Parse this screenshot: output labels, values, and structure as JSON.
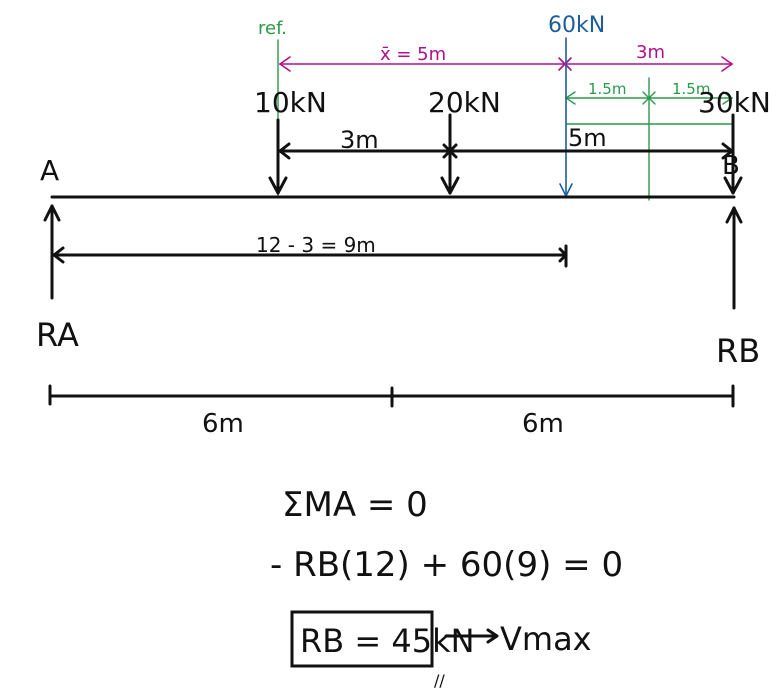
{
  "diagram": {
    "title": "Simply supported beam with point loads and resultant",
    "beam": {
      "support_left_label": "A",
      "support_right_label": "B",
      "reaction_left_label": "RA",
      "reaction_right_label": "RB",
      "span_halves": [
        "6m",
        "6m"
      ]
    },
    "loads": [
      {
        "label": "10kN",
        "color": "#111111"
      },
      {
        "label": "20kN",
        "color": "#111111"
      },
      {
        "label": "30kN",
        "color": "#111111"
      }
    ],
    "resultant": {
      "label": "60kN",
      "color": "#1c5e9c"
    },
    "reference": {
      "label": "ref.",
      "color": "#2a9a4a"
    },
    "dimensions": {
      "xbar": "x̄ = 5m",
      "right_3m": "3m",
      "half_a": "1.5m",
      "half_b": "1.5m",
      "between_10_20": "3m",
      "between_20_30": "5m",
      "a_to_resultant": "12 - 3 = 9m"
    },
    "colors": {
      "magenta": "#b0108f",
      "green": "#2a9a4a",
      "blue": "#1c5e9c",
      "black": "#111111"
    }
  },
  "equations": {
    "line1": "ΣMA = 0",
    "line2": "- RB(12) + 60(9) = 0",
    "result": "RB = 45kN",
    "arrow_target": "Vmax",
    "underline_mark": "//"
  }
}
